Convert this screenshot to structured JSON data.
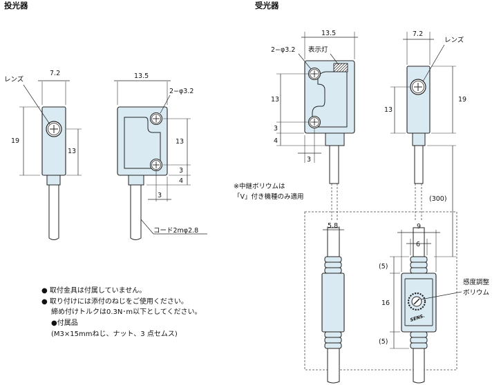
{
  "titles": {
    "emitter": "投光器",
    "receiver": "受光器"
  },
  "emitter_side": {
    "lens_label": "レンズ",
    "width": "7.2",
    "height": "19",
    "lens_pos": "13"
  },
  "emitter_front": {
    "width": "13.5",
    "hole_label": "2−φ3.2",
    "dim_13": "13",
    "dim_3": "3",
    "dim_4": "4",
    "dim_3b": "3",
    "cord_label": "コード2mφ2.8"
  },
  "receiver_front": {
    "width": "13.5",
    "hole_label": "2−φ3.2",
    "indicator_label": "表示灯",
    "dim_13": "13",
    "dim_3": "3",
    "dim_4": "4",
    "dim_3b": "3"
  },
  "receiver_side": {
    "width": "7.2",
    "lens_label": "レンズ",
    "dim_13": "13",
    "dim_19": "19",
    "dim_300": "(300)"
  },
  "relay_note": {
    "line1": "※中継ボリウムは",
    "line2": "「V」付き機種のみ適用"
  },
  "volume": {
    "dim_58": "5.8",
    "dim_9": "9",
    "dim_6": "6",
    "dim_5a": "(5)",
    "dim_16": "16",
    "dim_5b": "(5)",
    "label1": "感度調整",
    "label2": "ボリウム",
    "sens": "SENS."
  },
  "notes": {
    "bullet1": "● 取付金具は付属していません。",
    "bullet2": "● 取り付けには添付のねじをご使用ください。",
    "line3": "締め付けトルクは0.3N･m以下としてください。",
    "accessory": "●付属品",
    "accessory_detail": "(M3×15mmねじ、ナット、3 点セムス)"
  }
}
